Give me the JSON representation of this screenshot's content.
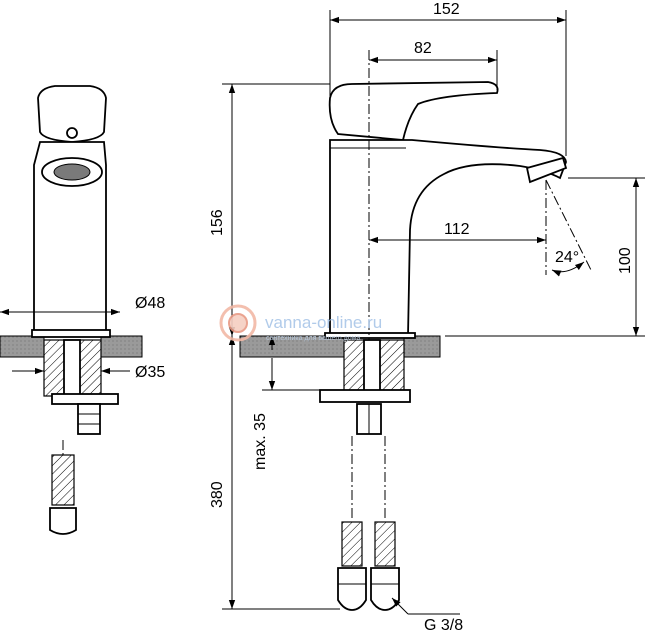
{
  "dimensions": {
    "overall_length": "152",
    "lever_length": "82",
    "height": "156",
    "spout_reach": "112",
    "outlet_height": "100",
    "spout_angle": "24°",
    "body_diameter": "Ø48",
    "hole_diameter": "Ø35",
    "deck_thickness": "max. 35",
    "hose_length": "380",
    "connection": "G 3/8"
  },
  "watermark": {
    "site": "vanna-online.ru",
    "tagline": "сантехника для вашего дома"
  }
}
